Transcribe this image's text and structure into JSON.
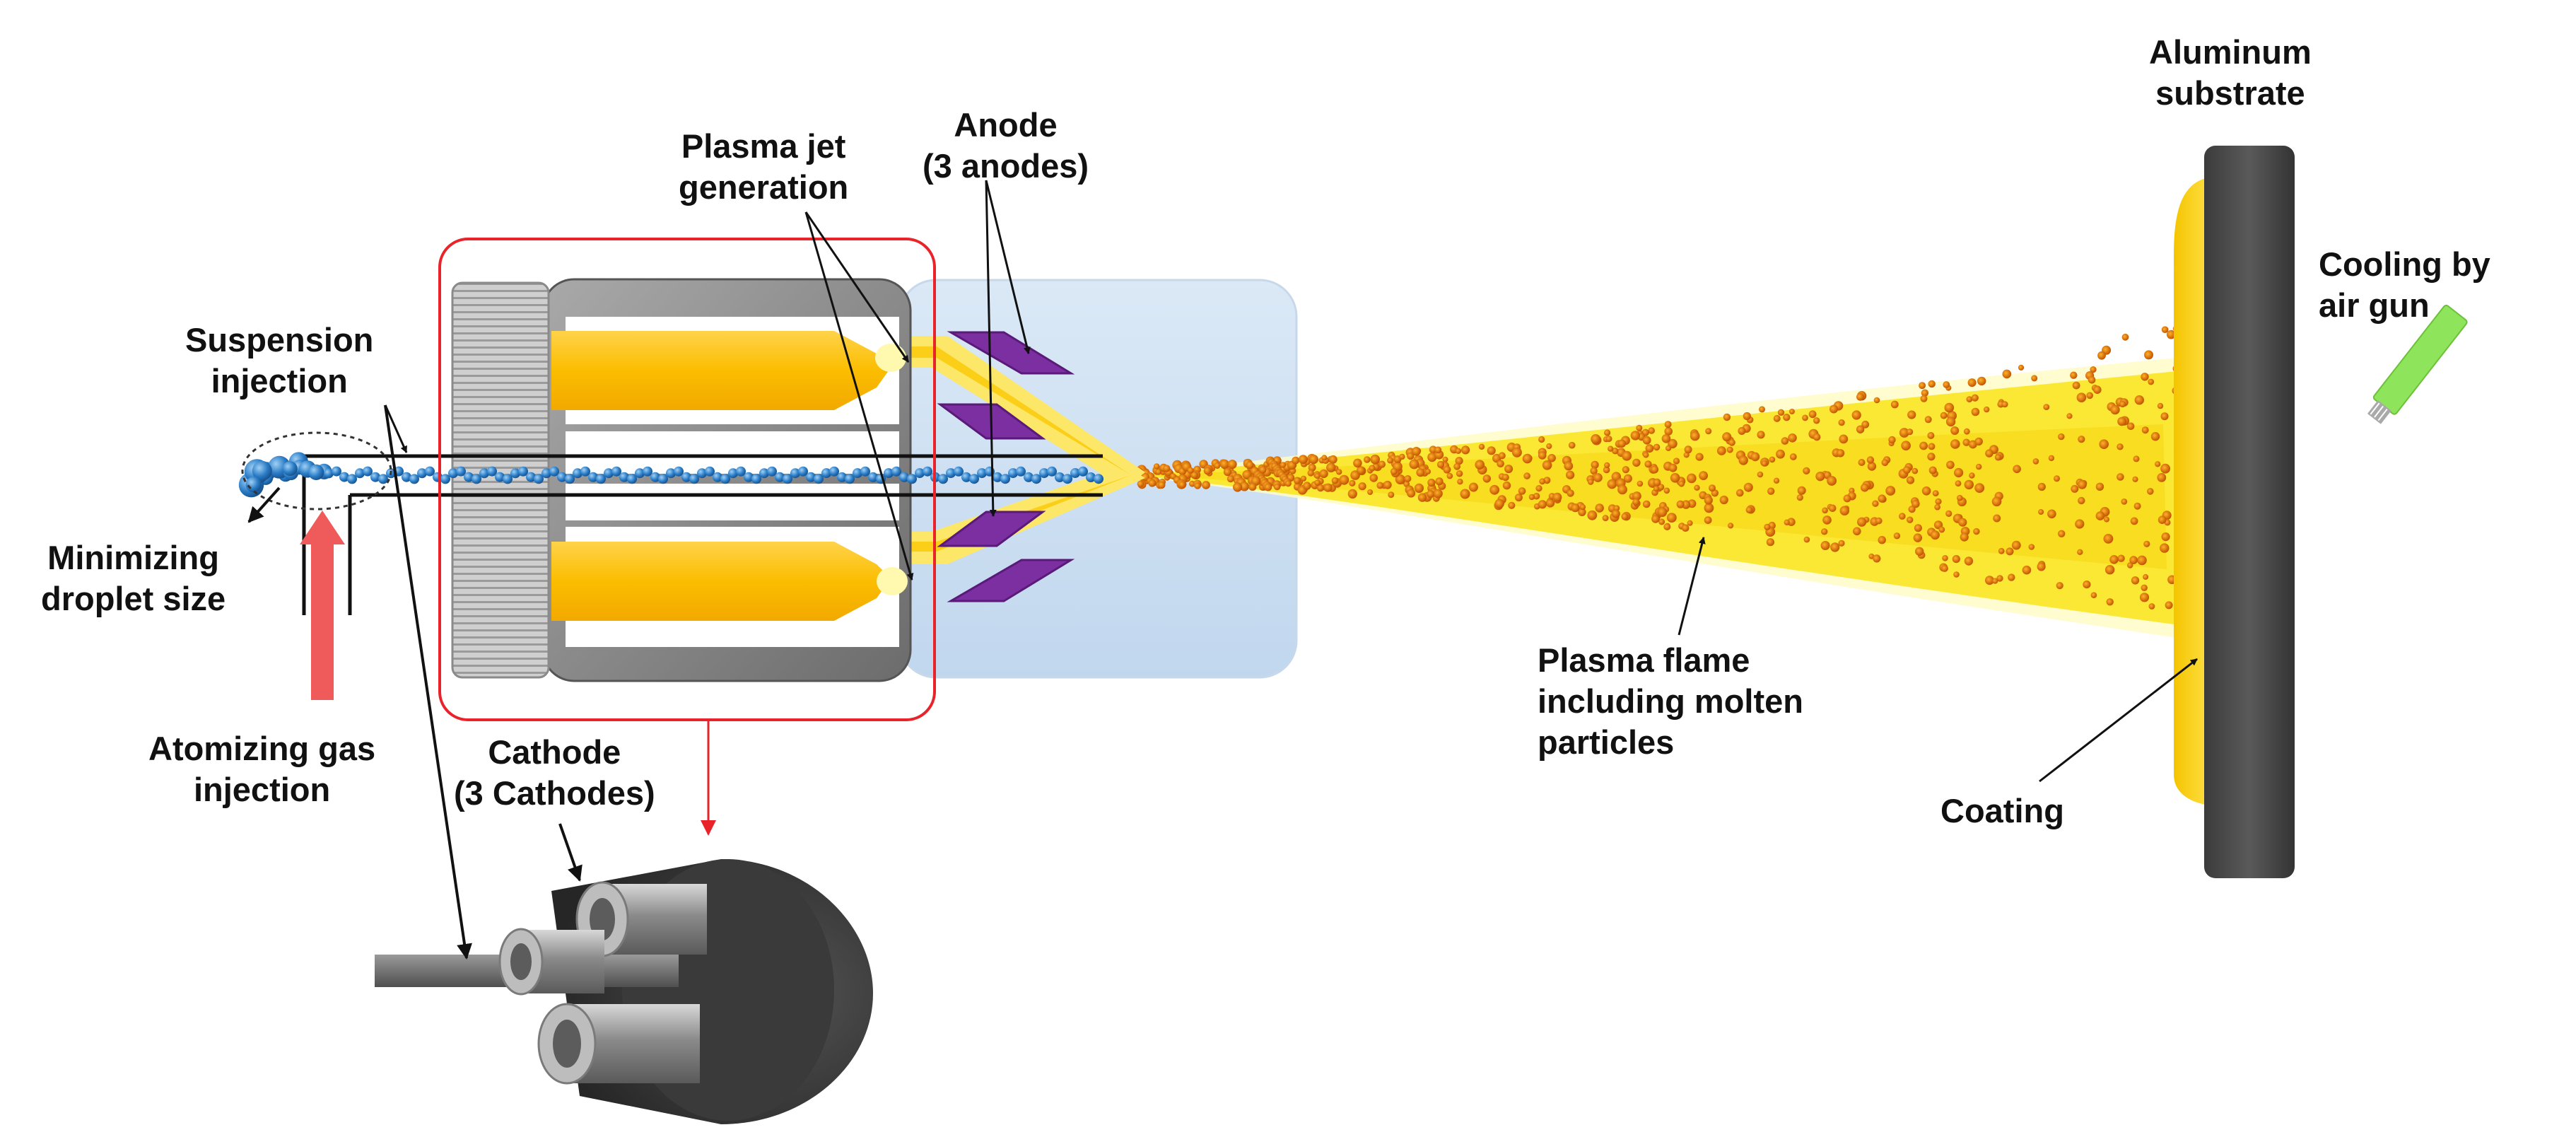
{
  "labels": {
    "suspension_injection": [
      "Suspension",
      "injection"
    ],
    "minimizing_droplet_size": [
      "Minimizing",
      "droplet size"
    ],
    "atomizing_gas_injection": [
      "Atomizing gas",
      "injection"
    ],
    "plasma_jet_generation": [
      "Plasma jet",
      "generation"
    ],
    "anode": [
      "Anode",
      "(3 anodes)"
    ],
    "cathode": [
      "Cathode",
      "(3 Cathodes)"
    ],
    "plasma_flame": [
      "Plasma flame",
      "including molten",
      "particles"
    ],
    "aluminum_substrate": [
      "Aluminum",
      "substrate"
    ],
    "coating": [
      "Coating"
    ],
    "cooling": [
      "Cooling by",
      "air gun"
    ]
  },
  "colors": {
    "plasma_yellow": "#f7e22a",
    "electrode_orange": "#fbbd00",
    "anode_purple": "#7b2fa0",
    "droplet_blue": "#1f6fb5",
    "gas_arrow_red": "#ef5a5a",
    "highlight_red": "#e8232a",
    "substrate_gray": "#4a4a4a",
    "air_gun_green": "#8ee45a",
    "housing_gray": "#7d7d7d"
  },
  "icons": [
    "cathode-cluster-icon",
    "air-gun-icon",
    "droplet-icon"
  ]
}
